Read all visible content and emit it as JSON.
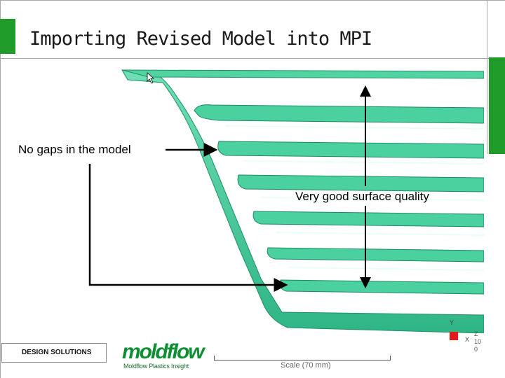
{
  "slide": {
    "title": "Importing Revised Model into MPI",
    "accent_color": "#1f9b2a",
    "model_color": "#46d6a3"
  },
  "callouts": {
    "left": "No gaps in the model",
    "right": "Very good surface quality"
  },
  "footer": {
    "left_label": "DESIGN SOLUTIONS",
    "logo_text": "moldflow",
    "logo_sub": "Moldflow Plastics Insight",
    "scale_label": "Scale (70 mm)",
    "axis_y": "Y",
    "axis_x": "X",
    "coord_lines": [
      "Z",
      "10",
      "0"
    ]
  }
}
